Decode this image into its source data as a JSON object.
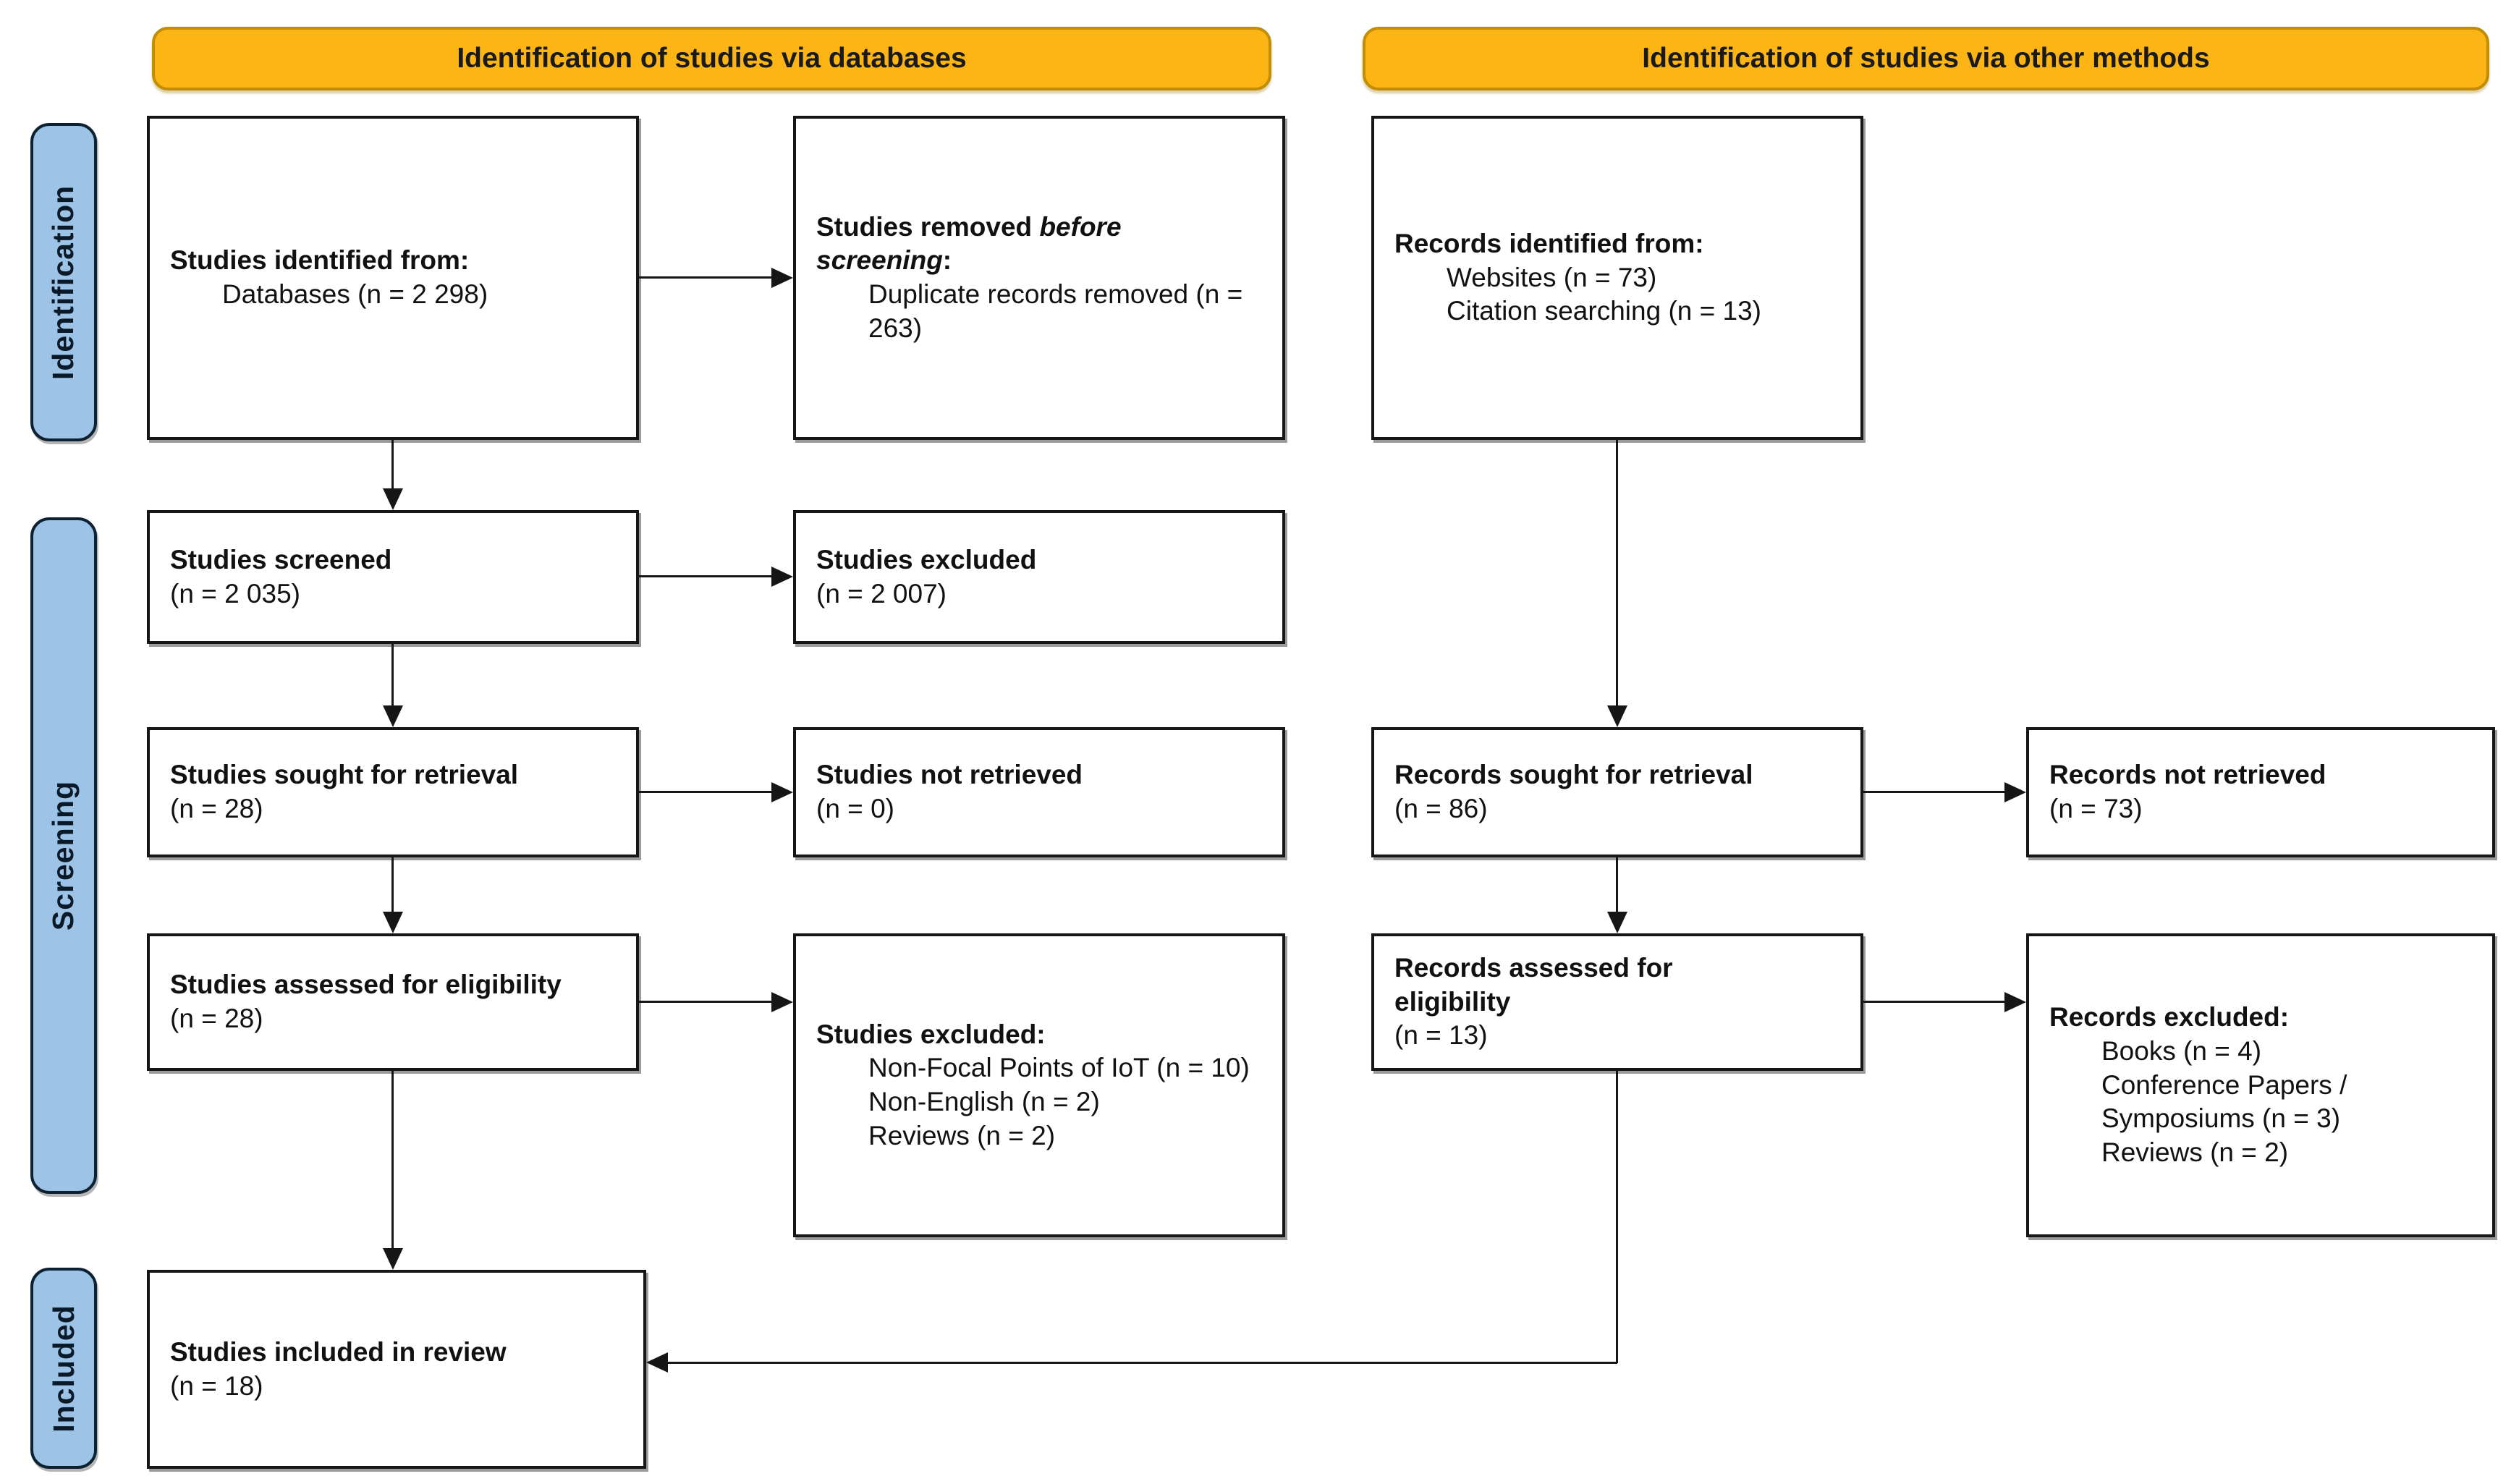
{
  "banners": {
    "databases": "Identification of studies via databases",
    "other_methods": "Identification of studies via other methods"
  },
  "stages": {
    "identification": "Identification",
    "screening": "Screening",
    "included": "Included"
  },
  "boxes": {
    "studies_identified": {
      "title": "Studies identified from:",
      "items": [
        "Databases (n = 2 298)"
      ]
    },
    "studies_removed": {
      "title_pre": "Studies removed ",
      "title_em": "before screening",
      "title_post": ":",
      "items": [
        "Duplicate records removed (n = 263)"
      ]
    },
    "records_identified": {
      "title": "Records identified from:",
      "items": [
        "Websites (n = 73)",
        "Citation searching (n = 13)"
      ]
    },
    "studies_screened": {
      "title": "Studies screened",
      "count": "(n = 2 035)"
    },
    "studies_excluded": {
      "title": "Studies excluded",
      "count": "(n = 2 007)"
    },
    "studies_sought": {
      "title": "Studies sought for retrieval",
      "count": "(n = 28)"
    },
    "studies_not_retrieved": {
      "title": "Studies not retrieved",
      "count": "(n = 0)"
    },
    "records_sought": {
      "title": "Records sought for retrieval",
      "count": "(n = 86)"
    },
    "records_not_retrieved": {
      "title": "Records not retrieved",
      "count": "(n = 73)"
    },
    "studies_assessed": {
      "title": "Studies assessed for eligibility",
      "count": "(n = 28)"
    },
    "studies_excluded_reasons": {
      "title": "Studies excluded:",
      "items": [
        "Non-Focal Points of IoT (n = 10)",
        "Non-English (n = 2)",
        "Reviews (n = 2)"
      ]
    },
    "records_assessed": {
      "title": "Records assessed for eligibility",
      "count": "(n = 13)"
    },
    "records_excluded_reasons": {
      "title": "Records excluded:",
      "items": [
        "Books (n = 4)",
        "Conference Papers / Symposiums (n = 3)",
        "Reviews (n = 2)"
      ]
    },
    "studies_included": {
      "title": "Studies included in review",
      "count": "(n = 18)"
    }
  },
  "colors": {
    "banner_fill": "#FCB514",
    "banner_border": "#C18E00",
    "stage_fill": "#9DC3E6",
    "stage_border": "#0C2233",
    "box_border": "#161616",
    "background": "#FFFFFF"
  }
}
